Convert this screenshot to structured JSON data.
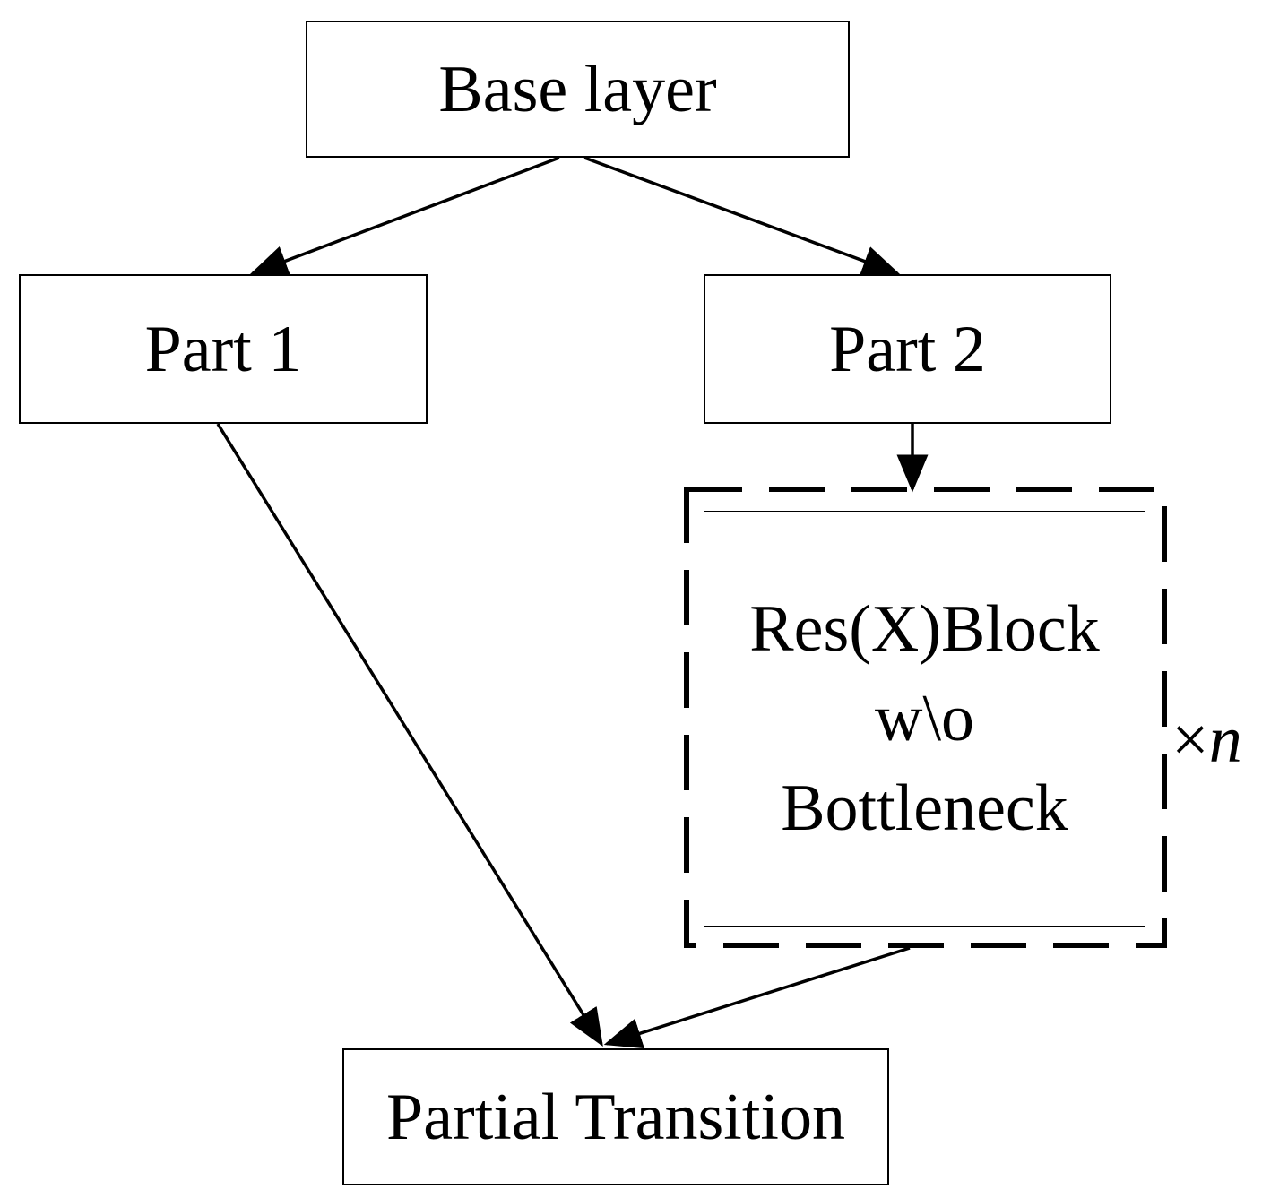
{
  "nodes": {
    "base": "Base layer",
    "part1": "Part 1",
    "part2": "Part 2",
    "block": {
      "line1": "Res(X)Block",
      "line2": "w\\o",
      "line3": "Bottleneck"
    },
    "transition": "Partial Transition"
  },
  "repeat": {
    "symbol": "×",
    "variable": "n"
  },
  "edges": [
    {
      "from": "base",
      "to": "part1"
    },
    {
      "from": "base",
      "to": "part2"
    },
    {
      "from": "part2",
      "to": "block"
    },
    {
      "from": "part1",
      "to": "transition"
    },
    {
      "from": "block",
      "to": "transition"
    }
  ],
  "colors": {
    "stroke": "#000000",
    "background": "#ffffff"
  }
}
